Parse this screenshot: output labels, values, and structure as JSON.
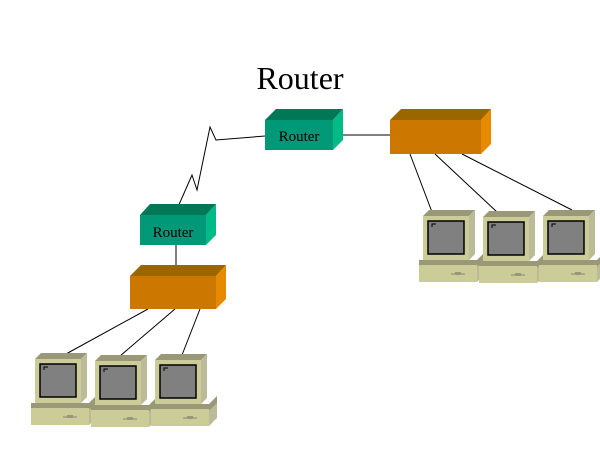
{
  "title": "Router",
  "colors": {
    "router_front": "#009977",
    "router_top": "#007755",
    "router_side": "#00bb88",
    "hub_front": "#cc7700",
    "hub_top": "#996600",
    "hub_side": "#e68a00",
    "pc_body": "#cccc99",
    "pc_dark": "#999977",
    "pc_side": "#bbbb99",
    "screen": "#808080"
  },
  "nodes": {
    "router_top": {
      "label": "Router"
    },
    "router_left": {
      "label": "Router"
    },
    "hub_right": {
      "label": ""
    },
    "hub_left": {
      "label": ""
    }
  },
  "links": [
    {
      "from": "router_left",
      "to": "router_top",
      "type": "wan-serial"
    },
    {
      "from": "router_top",
      "to": "hub_right",
      "type": "ethernet"
    },
    {
      "from": "router_left",
      "to": "hub_left",
      "type": "ethernet"
    },
    {
      "from": "hub_right",
      "to": "pc_right_1",
      "type": "ethernet"
    },
    {
      "from": "hub_right",
      "to": "pc_right_2",
      "type": "ethernet"
    },
    {
      "from": "hub_right",
      "to": "pc_right_3",
      "type": "ethernet"
    },
    {
      "from": "hub_left",
      "to": "pc_left_1",
      "type": "ethernet"
    },
    {
      "from": "hub_left",
      "to": "pc_left_2",
      "type": "ethernet"
    },
    {
      "from": "hub_left",
      "to": "pc_left_3",
      "type": "ethernet"
    }
  ],
  "computers": {
    "right": [
      "pc_right_1",
      "pc_right_2",
      "pc_right_3"
    ],
    "left": [
      "pc_left_1",
      "pc_left_2",
      "pc_left_3"
    ]
  }
}
